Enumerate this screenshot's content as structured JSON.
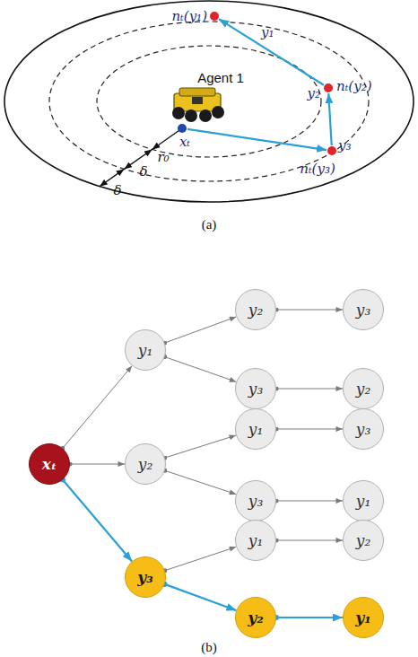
{
  "diagram": {
    "nodes": [
      {
        "text": [
          "nₜ(y₁)",
          "y₁"
        ]
      },
      {
        "text": [
          "y₂",
          "nₜ(y₂)"
        ]
      },
      {
        "text": [
          "xₜ"
        ]
      },
      {
        "text": [
          "y₃",
          "nₜ(y₃)"
        ]
      },
      {
        "text": [
          "xₜ"
        ]
      },
      {
        "text": [
          "y₁"
        ]
      },
      {
        "text": [
          "y₂"
        ]
      },
      {
        "text": [
          "y₃"
        ]
      },
      {
        "text": [
          "y₂"
        ]
      },
      {
        "text": [
          "y₃"
        ]
      },
      {
        "text": [
          "y₁"
        ]
      },
      {
        "text": [
          "y₃"
        ]
      },
      {
        "text": [
          "y₁"
        ]
      },
      {
        "text": [
          "y₂"
        ]
      },
      {
        "text": [
          "y₃"
        ]
      },
      {
        "text": [
          "y₂"
        ]
      },
      {
        "text": [
          "y₃"
        ]
      },
      {
        "text": [
          "y₁"
        ]
      },
      {
        "text": [
          "y₂"
        ]
      },
      {
        "text": [
          "y₁"
        ]
      }
    ],
    "edges": [
      {
        "from": 2,
        "to": 3,
        "arrow": "to"
      },
      {
        "from": 3,
        "to": 1,
        "arrow": "to"
      },
      {
        "from": 1,
        "to": 0,
        "arrow": "to"
      },
      {
        "from": 4,
        "to": 5,
        "arrow": "to"
      },
      {
        "from": 4,
        "to": 6,
        "arrow": "to"
      },
      {
        "from": 4,
        "to": 7,
        "arrow": "to"
      },
      {
        "from": 5,
        "to": 8,
        "arrow": "to"
      },
      {
        "from": 5,
        "to": 9,
        "arrow": "to"
      },
      {
        "from": 6,
        "to": 10,
        "arrow": "to"
      },
      {
        "from": 6,
        "to": 11,
        "arrow": "to"
      },
      {
        "from": 7,
        "to": 12,
        "arrow": "to"
      },
      {
        "from": 7,
        "to": 13,
        "arrow": "to"
      },
      {
        "from": 8,
        "to": 14,
        "arrow": "to"
      },
      {
        "from": 9,
        "to": 15,
        "arrow": "to"
      },
      {
        "from": 10,
        "to": 16,
        "arrow": "to"
      },
      {
        "from": 11,
        "to": 17,
        "arrow": "to"
      },
      {
        "from": 12,
        "to": 18,
        "arrow": "to"
      },
      {
        "from": 13,
        "to": 19,
        "arrow": "to"
      }
    ],
    "labels": [
      "Agent 1",
      "r₀",
      "δ",
      "δ",
      "(a)",
      "(b)"
    ]
  }
}
